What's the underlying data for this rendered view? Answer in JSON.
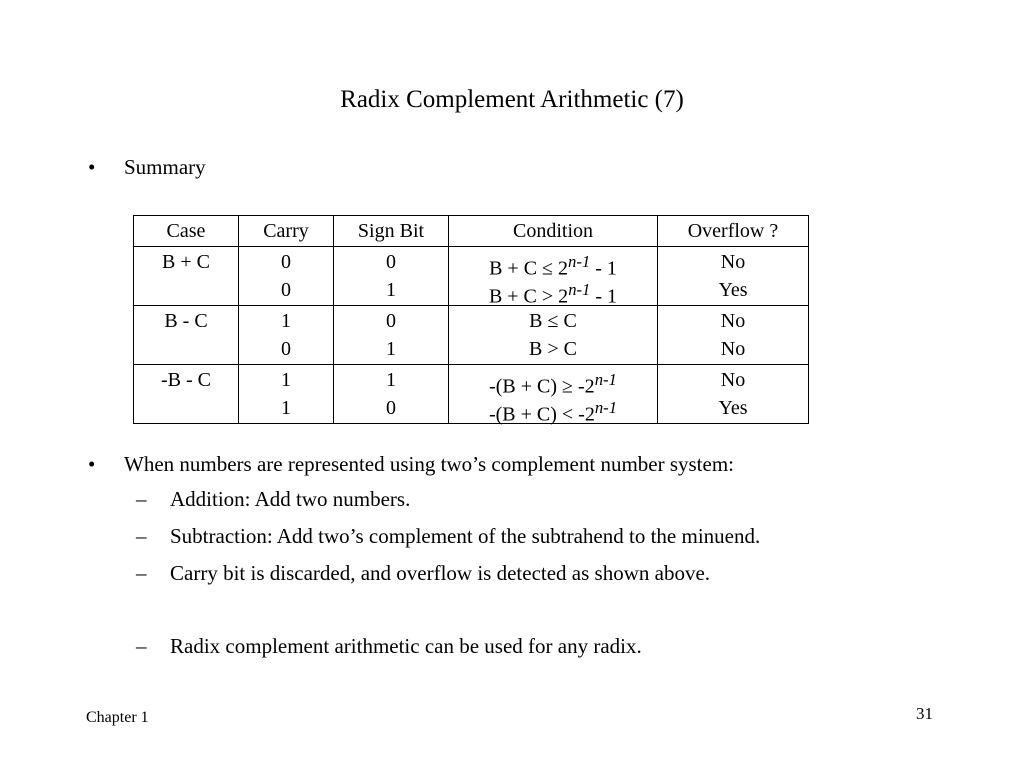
{
  "title": "Radix Complement Arithmetic (7)",
  "bullets": {
    "summary": "Summary",
    "twos_complement": "When numbers are represented using two’s complement number system:"
  },
  "bullet_marker": "•",
  "sub_marker": "–",
  "sub_items": [
    "Addition: Add two numbers.",
    "Subtraction: Add two’s complement of the subtrahend to the minuend.",
    "Carry bit is discarded, and overflow is detected as shown above.",
    "Radix complement arithmetic can be used for any radix."
  ],
  "table": {
    "headers": [
      "Case",
      "Carry",
      "Sign Bit",
      "Condition",
      "Overflow ?"
    ],
    "rows": [
      {
        "case": "B + C",
        "carry": [
          "0",
          "0"
        ],
        "sign": [
          "0",
          "1"
        ],
        "condition": [
          {
            "pre": "B + C ≤ 2",
            "sup": "n-1",
            "post": " - 1"
          },
          {
            "pre": "B + C > 2",
            "sup": "n-1",
            "post": " - 1"
          }
        ],
        "overflow": [
          "No",
          "Yes"
        ]
      },
      {
        "case": "B - C",
        "carry": [
          "1",
          "0"
        ],
        "sign": [
          "0",
          "1"
        ],
        "condition": [
          {
            "pre": "B ≤ C",
            "sup": "",
            "post": ""
          },
          {
            "pre": "B > C",
            "sup": "",
            "post": ""
          }
        ],
        "overflow": [
          "No",
          "No"
        ]
      },
      {
        "case": "-B - C",
        "carry": [
          "1",
          "1"
        ],
        "sign": [
          "1",
          "0"
        ],
        "condition": [
          {
            "pre": "-(B + C) ≥ -2",
            "sup": "n-1",
            "post": ""
          },
          {
            "pre": "-(B + C) < -2",
            "sup": "n-1",
            "post": ""
          }
        ],
        "overflow": [
          "No",
          "Yes"
        ]
      }
    ]
  },
  "footer": {
    "chapter": "Chapter 1",
    "page_number": "31"
  }
}
